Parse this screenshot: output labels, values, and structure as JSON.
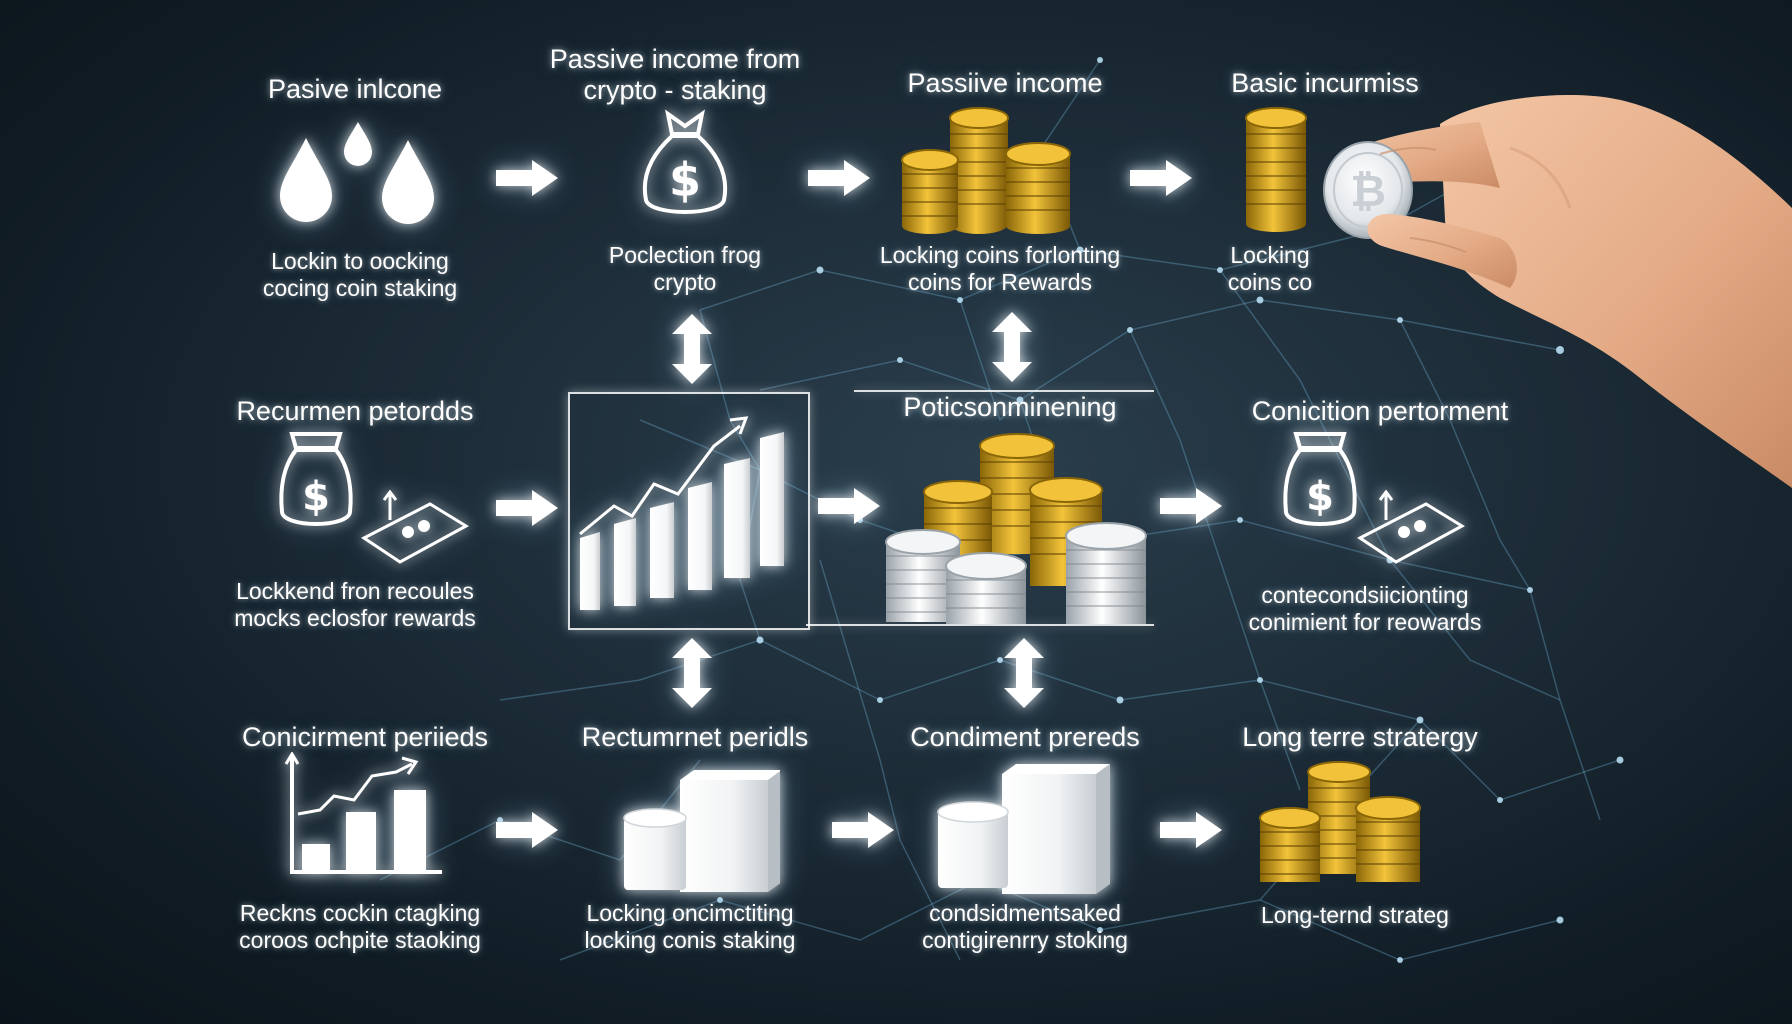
{
  "colors": {
    "background": "#16232d",
    "glow": "#ffffff",
    "network": "#6fb0d4",
    "coin_gold": "#d8a31a",
    "coin_silver": "#e6e9ec",
    "skin": "#e9b493"
  },
  "row1": {
    "col1": {
      "title": "Pasive inlcone",
      "caption": [
        "Lockin to oocking",
        "cocing coin staking"
      ],
      "icon": "water-drops-icon"
    },
    "col2": {
      "title": [
        "Passive income from",
        "crypto - staking"
      ],
      "caption": [
        "Poclection frog",
        "crypto"
      ],
      "icon": "money-bag-icon"
    },
    "col3": {
      "title": "Passiive income",
      "caption": [
        "Locking coins forlonting",
        "coins for Rewards"
      ],
      "icon": "gold-coin-stacks-icon"
    },
    "col4": {
      "title": "Basic incurmiss",
      "caption": [
        "Locking",
        "coins co"
      ],
      "icon": "gold-coin-stack-icon"
    }
  },
  "row2": {
    "col1": {
      "title": "Recurmen petordds",
      "caption": [
        "Lockkend fron recoules",
        "mocks eclosfor rewards"
      ],
      "icon": "money-bag-icon"
    },
    "center_chart": {
      "icon": "bar-growth-chart-icon"
    },
    "center": {
      "title": "Poticsonminening",
      "icon": "gold-silver-coin-stacks-icon"
    },
    "col4": {
      "title": "Conicition pertorment",
      "caption": [
        "contecondsiicionting",
        "conimient for reowards"
      ],
      "icon": "money-bag-icon"
    }
  },
  "row3": {
    "col1": {
      "title": "Conicirment periieds",
      "caption": [
        "Reckns cockin ctagking",
        "coroos ochpite staoking"
      ],
      "icon": "growth-chart-icon"
    },
    "col2": {
      "title": "Rectumrnet peridls",
      "caption": [
        "Locking oncimctiting",
        "locking conis staking"
      ],
      "icon": "white-blocks-icon"
    },
    "col3": {
      "title": "Condiment prereds",
      "caption": [
        "condsidmentsaked",
        "contigirenrry stoking"
      ],
      "icon": "white-blocks-icon"
    },
    "col4": {
      "title": "Long terre stratergy",
      "caption": [
        "Long-ternd strateg"
      ],
      "icon": "gold-coin-stacks-icon"
    }
  },
  "hand": {
    "icon": "hand-holding-coin-icon"
  }
}
